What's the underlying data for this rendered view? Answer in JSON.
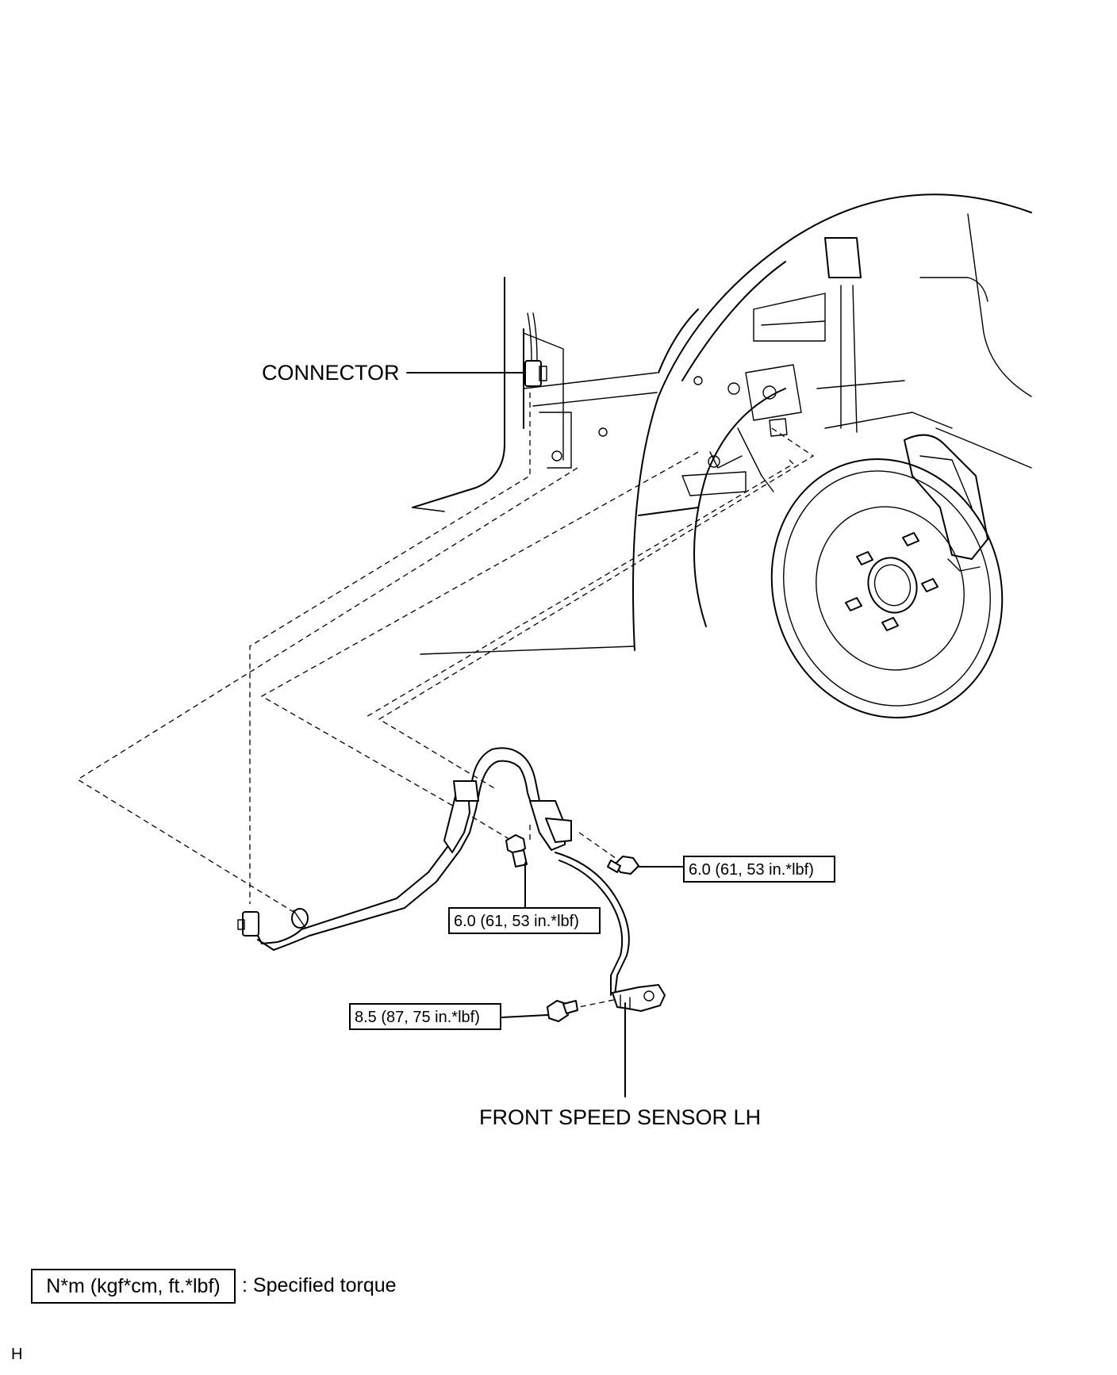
{
  "labels": {
    "connector": "CONNECTOR",
    "sensor": "FRONT SPEED SENSOR LH"
  },
  "torque": {
    "upper_right": "6.0 (61, 53 in.*lbf)",
    "upper_center": "6.0 (61, 53 in.*lbf)",
    "lower": "8.5 (87, 75 in.*lbf)"
  },
  "legend": {
    "unit_box": "N*m (kgf*cm, ft.*lbf)",
    "description": ": Specified torque"
  },
  "page_code": "H"
}
